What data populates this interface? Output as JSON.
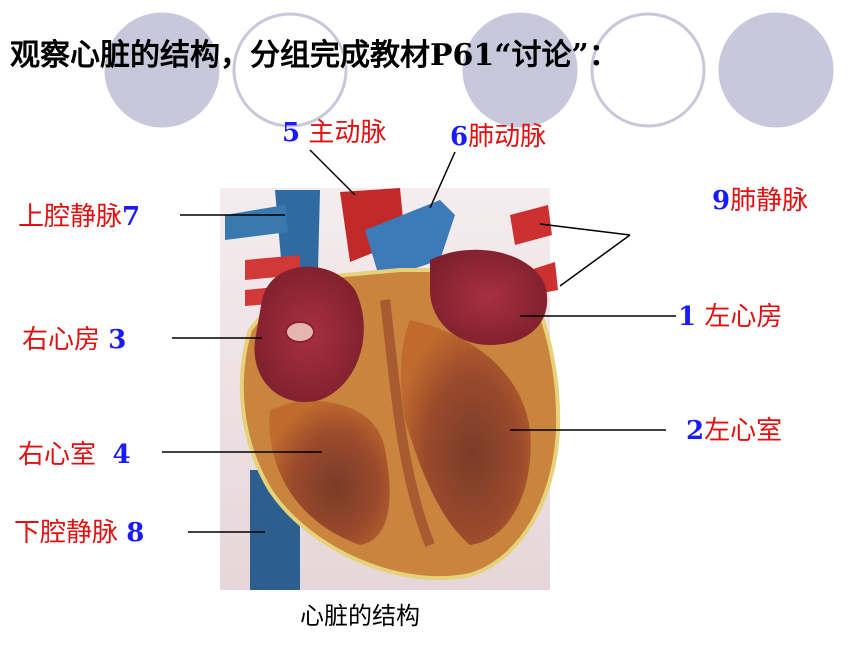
{
  "title": "观察心脏的结构，分组完成教材P61“讨论”：",
  "caption": "心脏的结构",
  "labels": [
    {
      "num": "5",
      "name": "主动脉"
    },
    {
      "num": "6",
      "name": "肺动脉"
    },
    {
      "num": "7",
      "name": "上腔静脉"
    },
    {
      "num": "9",
      "name": "肺静脉"
    },
    {
      "num": "1",
      "name": "左心房"
    },
    {
      "num": "3",
      "name": "右心房"
    },
    {
      "num": "2",
      "name": "左心室"
    },
    {
      "num": "4",
      "name": "右心室"
    },
    {
      "num": "8",
      "name": "下腔静脉"
    }
  ],
  "colors": {
    "number": "#1a1aff",
    "name": "#e01010",
    "circle": "#c8c8dc"
  }
}
